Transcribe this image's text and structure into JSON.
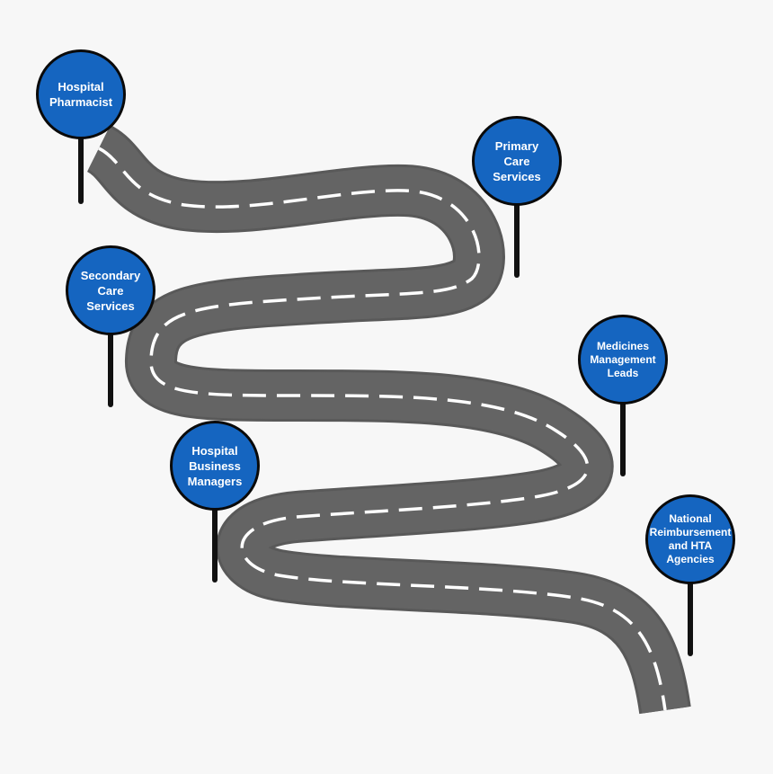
{
  "colors": {
    "background": "#f7f7f7",
    "road": "#646464",
    "road_edge": "#595959",
    "lane_marking": "#ffffff",
    "pin_fill": "#1565c0",
    "pin_border": "#0a0a0a",
    "pin_stick": "#111111",
    "pin_text": "#ffffff"
  },
  "stops": [
    {
      "id": "hospital-pharmacist",
      "label": "Hospital\nPharmacist"
    },
    {
      "id": "primary-care-services",
      "label": "Primary\nCare\nServices"
    },
    {
      "id": "secondary-care-services",
      "label": "Secondary\nCare\nServices"
    },
    {
      "id": "medicines-management-leads",
      "label": "Medicines\nManagement\nLeads"
    },
    {
      "id": "hospital-business-managers",
      "label": "Hospital\nBusiness\nManagers"
    },
    {
      "id": "national-reimbursement-hta",
      "label": "National\nReimbursement\nand HTA\nAgencies"
    }
  ]
}
